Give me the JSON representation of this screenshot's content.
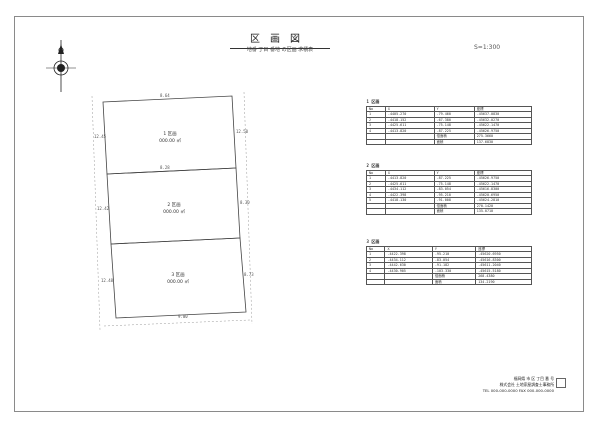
{
  "header": {
    "title": "区画図",
    "subtitle": "地番 丁目 番地 の区画 求積表",
    "scale": "S=1:300"
  },
  "plan": {
    "lots": [
      {
        "name": "1 区画",
        "area": "000.00 ㎡"
      },
      {
        "name": "2 区画",
        "area": "000.00 ㎡"
      },
      {
        "name": "3 区画",
        "area": "000.00 ㎡"
      }
    ],
    "edges": [
      "8.64",
      "12.50",
      "8.28",
      "12.45",
      "8.30",
      "12.42",
      "8.73",
      "12.48",
      "9.00"
    ]
  },
  "tables": [
    {
      "caption": "1 区画",
      "rows": [
        [
          "No",
          "X",
          "Y",
          "座標"
        ],
        [
          "1",
          "-4405.270",
          "-79.460",
          "-45637.0830"
        ],
        [
          "2",
          "-4418.152",
          "-67.380",
          "-45632.0270"
        ],
        [
          "3",
          "-4425.611",
          "-75.148",
          "-45622.1470"
        ],
        [
          "4",
          "-4413.820",
          "-87.225",
          "-45626.9750"
        ],
        [
          "",
          "",
          "倍面積",
          "275.3660"
        ],
        [
          "",
          "",
          "面積",
          "137.6830"
        ]
      ]
    },
    {
      "caption": "2 区画",
      "rows": [
        [
          "No",
          "X",
          "Y",
          "座標"
        ],
        [
          "1",
          "-4413.820",
          "-87.225",
          "-45626.9750"
        ],
        [
          "2",
          "-4425.611",
          "-75.148",
          "-45622.1470"
        ],
        [
          "3",
          "-4434.112",
          "-83.054",
          "-45616.8300"
        ],
        [
          "4",
          "-4422.398",
          "-95.210",
          "-45620.6950"
        ],
        [
          "5",
          "-4418.130",
          "-91.008",
          "-45624.2810"
        ],
        [
          "",
          "",
          "倍面積",
          "270.1420"
        ],
        [
          "",
          "",
          "面積",
          "135.0710"
        ]
      ]
    },
    {
      "caption": "3 区画",
      "rows": [
        [
          "No",
          "X",
          "Y",
          "座標"
        ],
        [
          "1",
          "-4422.398",
          "-95.210",
          "-45620.6950"
        ],
        [
          "2",
          "-4434.112",
          "-83.054",
          "-45616.8300"
        ],
        [
          "3",
          "-4442.630",
          "-91.182",
          "-45611.2040"
        ],
        [
          "4",
          "-4430.905",
          "-103.330",
          "-45615.5180"
        ],
        [
          "",
          "",
          "倍面積",
          "268.4380"
        ],
        [
          "",
          "",
          "面積",
          "134.2190"
        ]
      ]
    }
  ],
  "footer": {
    "lines": [
      "福岡県 市 区 丁目 番 号",
      "株式会社 土地家屋調査士事務所",
      "TEL 000-000-0000 FAX 000-000-0000"
    ]
  }
}
